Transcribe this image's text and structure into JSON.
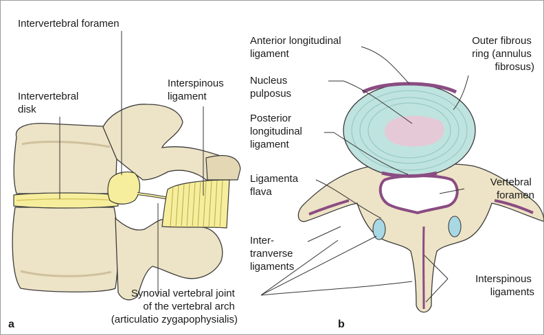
{
  "panel_a": {
    "letter": "a",
    "labels": {
      "intervertebral_foramen": "Intervertebral foramen",
      "intervertebral_disk": [
        "Intervertebral",
        "disk"
      ],
      "interspinous_ligament": [
        "Interspinous",
        "ligament"
      ],
      "synovial_joint": [
        "Synovial vertebral joint",
        "of the vertebral arch",
        "(articulatio zygapophysialis)"
      ]
    }
  },
  "panel_b": {
    "letter": "b",
    "labels": {
      "anterior_longitudinal_ligament": [
        "Anterior longitudinal",
        "ligament"
      ],
      "outer_fibrous_ring": [
        "Outer fibrous",
        "ring (annulus",
        "fibrosus)"
      ],
      "nucleus_pulposus": [
        "Nucleus",
        "pulposus"
      ],
      "posterior_longitudinal_ligament": [
        "Posterior",
        "longitudinal",
        "ligament"
      ],
      "ligamenta_flava": [
        "Ligamenta",
        "flava"
      ],
      "vertebral_foramen": [
        "Vertebral",
        "foramen"
      ],
      "intertransverse_ligaments": [
        "Inter-",
        "tranverse",
        "ligaments"
      ],
      "interspinous_ligaments": [
        "Interspinous",
        "ligaments"
      ]
    }
  },
  "colors": {
    "bone": "#ede3c6",
    "bone_shadow": "#cfc19c",
    "disk": "#f6ee9c",
    "ligament": "#8a4c82",
    "annulus": "#bfe3df",
    "nucleus": "#e6c9d6",
    "capsule": "#a8d8e4",
    "leader": "#333333"
  }
}
